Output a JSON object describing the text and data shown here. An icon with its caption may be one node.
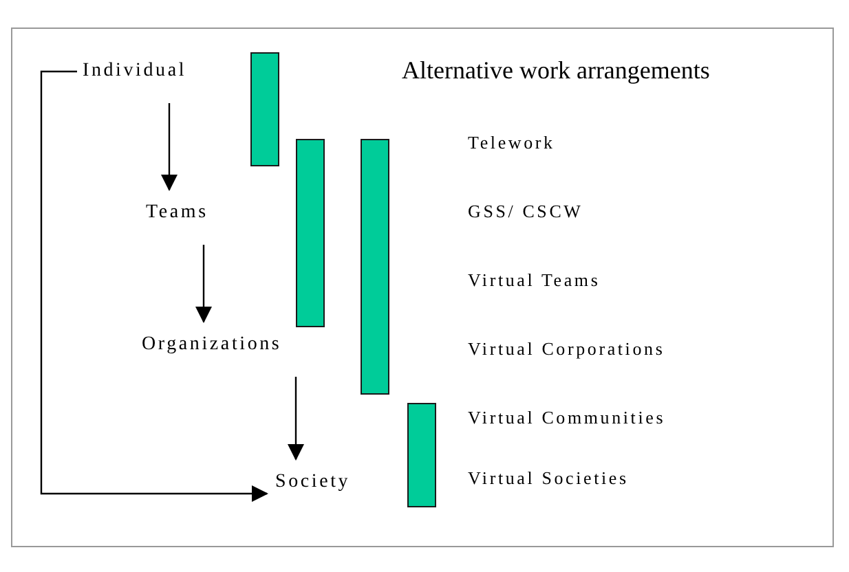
{
  "diagram": {
    "title": "Alternative work arrangements",
    "nodes": [
      {
        "text": [
          "Individual"
        ]
      },
      {
        "text": [
          "Teams"
        ]
      },
      {
        "text": [
          "Organizations"
        ]
      },
      {
        "text": [
          "Society"
        ]
      },
      {
        "text": [],
        "shape": "bar"
      },
      {
        "text": [],
        "shape": "bar"
      },
      {
        "text": [],
        "shape": "bar"
      },
      {
        "text": [],
        "shape": "bar"
      }
    ],
    "edges": [
      {
        "from": 0,
        "to": 1,
        "arrow": "to"
      },
      {
        "from": 1,
        "to": 2,
        "arrow": "to"
      },
      {
        "from": 2,
        "to": 3,
        "arrow": "to"
      },
      {
        "from": 0,
        "to": 3,
        "arrow": "to"
      }
    ],
    "labels": [
      "Telework",
      "GSS/ CSCW",
      "Virtual Teams",
      "Virtual Corporations",
      "Virtual Communities",
      "Virtual Societies"
    ]
  }
}
